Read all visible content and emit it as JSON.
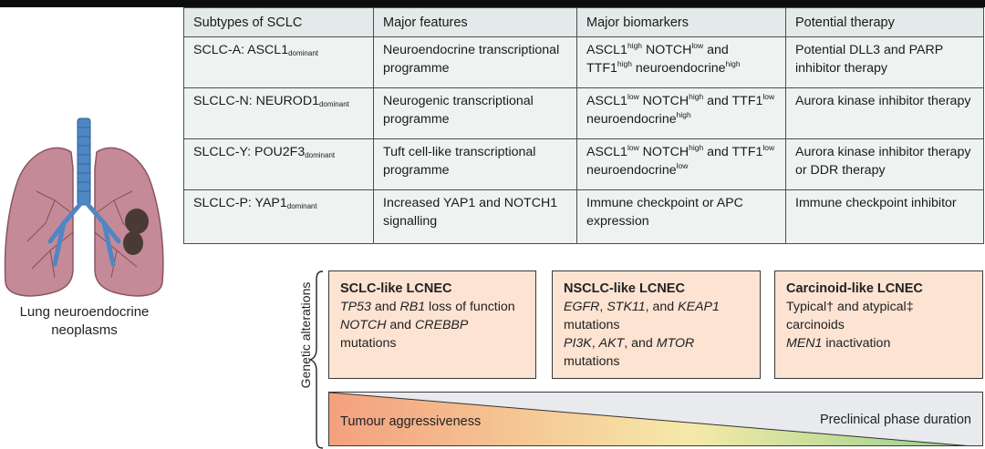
{
  "figure": {
    "lung_caption": "Lung neuroendocrine neoplasms",
    "table": {
      "headers": [
        "Subtypes of SCLC",
        "Major features",
        "Major biomarkers",
        "Potential therapy"
      ],
      "rows": [
        {
          "subtype": "SCLC-A: ASCL1",
          "subtype_sub": "dominant",
          "features": "Neuroendocrine transcriptional programme",
          "biomarkers": [
            {
              "t": "ASCL1"
            },
            {
              "sup": "high"
            },
            {
              "t": " NOTCH"
            },
            {
              "sup": "low"
            },
            {
              "t": " and TTF1"
            },
            {
              "sup": "high"
            },
            {
              "t": " neuroendocrine"
            },
            {
              "sup": "high"
            }
          ],
          "therapy": "Potential DLL3 and PARP inhibitor therapy"
        },
        {
          "subtype": "SLCLC-N: NEUROD1",
          "subtype_sub": "dominant",
          "features": "Neurogenic transcriptional programme",
          "biomarkers": [
            {
              "t": "ASCL1"
            },
            {
              "sup": "low"
            },
            {
              "t": " NOTCH"
            },
            {
              "sup": "high"
            },
            {
              "t": " and TTF1"
            },
            {
              "sup": "low"
            },
            {
              "t": " neuroendocrine"
            },
            {
              "sup": "high"
            }
          ],
          "therapy": "Aurora kinase inhibitor therapy"
        },
        {
          "subtype": "SLCLC-Y: POU2F3",
          "subtype_sub": "dominant",
          "features": "Tuft cell-like transcriptional programme",
          "biomarkers": [
            {
              "t": "ASCL1"
            },
            {
              "sup": "low"
            },
            {
              "t": " NOTCH"
            },
            {
              "sup": "high"
            },
            {
              "t": " and TTF1"
            },
            {
              "sup": "low"
            },
            {
              "t": " neuroendocrine"
            },
            {
              "sup": "low"
            }
          ],
          "therapy": "Aurora kinase inhibitor therapy or DDR therapy"
        },
        {
          "subtype": "SLCLC-P: YAP1",
          "subtype_sub": "dominant",
          "features": "Increased YAP1 and NOTCH1 signalling",
          "biomarkers": [
            {
              "t": "Immune checkpoint or APC expression"
            }
          ],
          "therapy": "Immune checkpoint inhibitor"
        }
      ]
    },
    "genetic_alterations_label": "Genetic alterations",
    "boxes": [
      {
        "title": "SCLC-like LCNEC",
        "lines": [
          [
            {
              "i": "TP53"
            },
            {
              "t": " and "
            },
            {
              "i": "RB1"
            },
            {
              "t": " loss of function"
            }
          ],
          [
            {
              "i": "NOTCH"
            },
            {
              "t": " and "
            },
            {
              "i": "CREBBP"
            },
            {
              "t": " mutations"
            }
          ]
        ]
      },
      {
        "title": "NSCLC-like LCNEC",
        "lines": [
          [
            {
              "i": "EGFR"
            },
            {
              "t": ", "
            },
            {
              "i": "STK11"
            },
            {
              "t": ", and "
            },
            {
              "i": "KEAP1"
            }
          ],
          [
            {
              "t": "mutations"
            }
          ],
          [
            {
              "i": "PI3K"
            },
            {
              "t": ", "
            },
            {
              "i": "AKT"
            },
            {
              "t": ", and "
            },
            {
              "i": "MTOR"
            }
          ],
          [
            {
              "t": "mutations"
            }
          ]
        ]
      },
      {
        "title": "Carcinoid-like LCNEC",
        "lines": [
          [
            {
              "t": "Typical† and atypical‡ carcinoids"
            }
          ],
          [
            {
              "i": "MEN1"
            },
            {
              "t": " inactivation"
            }
          ]
        ]
      }
    ],
    "gradient_bar": {
      "left_label": "Tumour aggressiveness",
      "right_label": "Preclinical phase duration"
    },
    "colors": {
      "table_bg": "#eef3f2",
      "box_bg": "#fce3d2",
      "lung_fill": "#c58a97",
      "trachea": "#4f86c4",
      "tumour": "#4a3a36",
      "grad_start": "#f4a07e",
      "grad_mid": "#f6e9a8",
      "grad_end": "#8fd08a"
    }
  }
}
